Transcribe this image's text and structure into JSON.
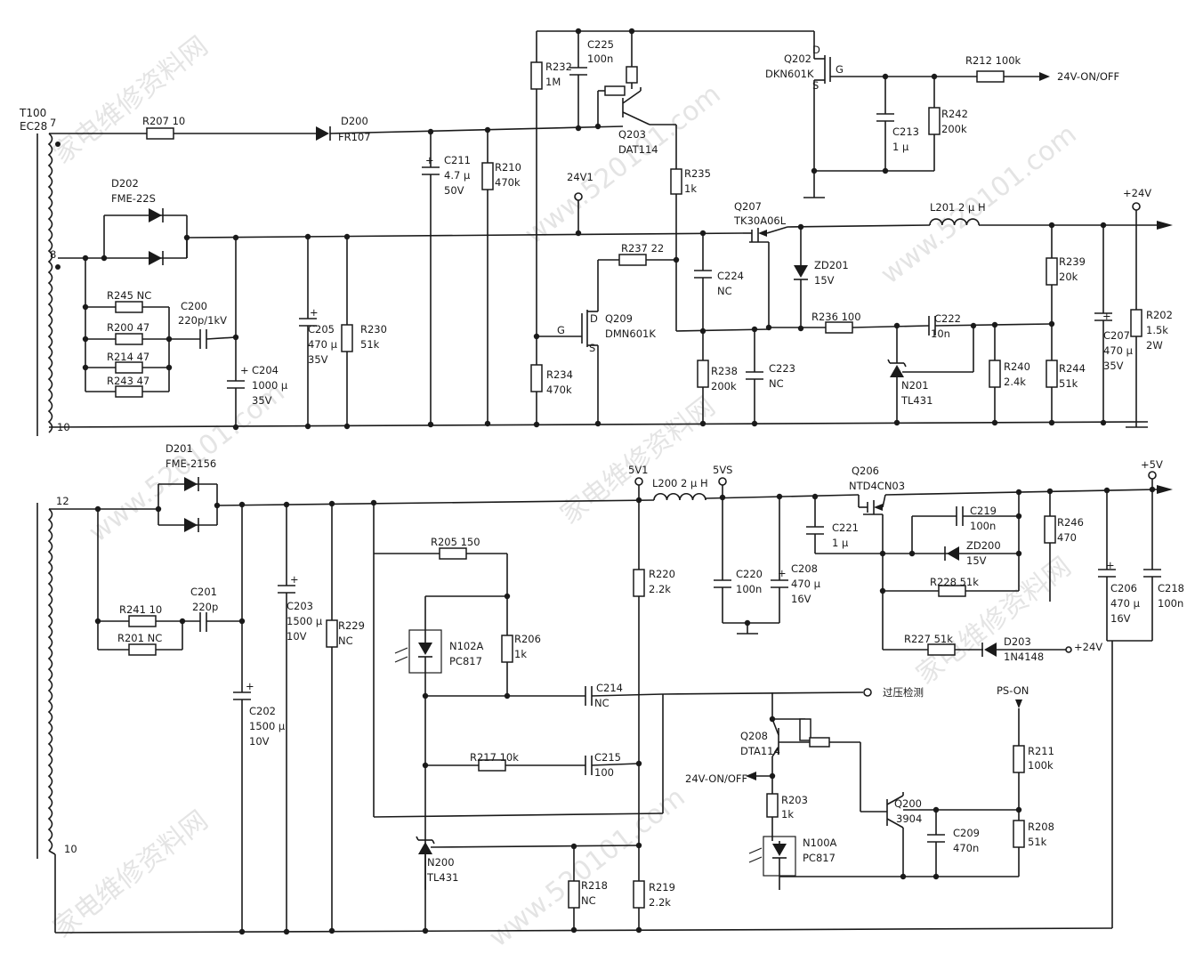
{
  "transformer_t100": {
    "name": "T100",
    "model": "EC28",
    "pin_7": "7",
    "pin_8": "8",
    "pin_10_top": "10",
    "pin_12": "12",
    "pin_10_bottom": "10"
  },
  "resistors": {
    "r207": "R207 10",
    "r245": "R245 NC",
    "r200": "R200 47",
    "r214": "R214 47",
    "r243": "R243 47",
    "r230": "R230",
    "r230_val": "51k",
    "r210": "R210",
    "r210_val": "470k",
    "r232": "R232",
    "r232_val": "1M",
    "r235": "R235",
    "r235_val": "1k",
    "r237": "R237 22",
    "r234": "R234",
    "r234_val": "470k",
    "r238": "R238",
    "r238_val": "200k",
    "r236": "R236 100",
    "r240": "R240",
    "r240_val": "2.4k",
    "r239": "R239",
    "r239_val": "20k",
    "r244": "R244",
    "r244_val": "51k",
    "r202": "R202",
    "r202_val1": "1.5k",
    "r202_val2": "2W",
    "r242": "R242",
    "r242_val": "200k",
    "r212": "R212 100k",
    "r241": "R241 10",
    "r201": "R201 NC",
    "r229": "R229",
    "r229_val": "NC",
    "r205": "R205 150",
    "r206": "R206",
    "r206_val": "1k",
    "r217": "R217 10k",
    "r220": "R220",
    "r220_val": "2.2k",
    "r218": "R218",
    "r218_val": "NC",
    "r219": "R219",
    "r219_val": "2.2k",
    "r228": "R228 51k",
    "r227": "R227 51k",
    "r246": "R246",
    "r246_val": "470",
    "r203": "R203",
    "r203_val": "1k",
    "r211": "R211",
    "r211_val": "100k",
    "r208": "R208",
    "r208_val": "51k"
  },
  "capacitors": {
    "c200": "C200",
    "c200_val": "220p/1kV",
    "c204": "C204",
    "c204_val1": "1000 μ",
    "c204_val2": "35V",
    "c205": "C205",
    "c205_val1": "470 μ",
    "c205_val2": "35V",
    "c211": "C211",
    "c211_val1": "4.7 μ",
    "c211_val2": "50V",
    "c225": "C225",
    "c225_val": "100n",
    "c224": "C224",
    "c224_val": "NC",
    "c223": "C223",
    "c223_val": "NC",
    "c222": "C222",
    "c222_val": "10n",
    "c207": "C207",
    "c207_val1": "470 μ",
    "c207_val2": "35V",
    "c213": "C213",
    "c213_val": "1 μ",
    "c201": "C201",
    "c201_val": "220p",
    "c203": "C203",
    "c203_val1": "1500 μ",
    "c203_val2": "10V",
    "c202": "C202",
    "c202_val1": "1500 μ",
    "c202_val2": "10V",
    "c214": "C214",
    "c214_val": "NC",
    "c215": "C215",
    "c215_val": "100",
    "c220": "C220",
    "c220_val": "100n",
    "c208": "C208",
    "c208_val1": "470 μ",
    "c208_val2": "16V",
    "c221": "C221",
    "c221_val": "1 μ",
    "c219": "C219",
    "c219_val": "100n",
    "c206": "C206",
    "c206_val1": "470 μ",
    "c206_val2": "16V",
    "c218": "C218",
    "c218_val": "100n",
    "c209": "C209",
    "c209_val": "470n"
  },
  "diodes": {
    "d200": "D200",
    "d200_model": "FR107",
    "d202": "D202",
    "d202_model": "FME-22S",
    "zd201": "ZD201",
    "zd201_val": "15V",
    "d201": "D201",
    "d201_model": "FME-2156",
    "zd200": "ZD200",
    "zd200_val": "15V",
    "d203": "D203",
    "d203_model": "1N4148"
  },
  "transistors": {
    "q203": "Q203",
    "q203_model": "DAT114",
    "q202": "Q202",
    "q202_model": "DKN601K",
    "q207": "Q207",
    "q207_model": "TK30A06L",
    "q209": "Q209",
    "q209_model": "DMN601K",
    "q206": "Q206",
    "q206_model": "NTD4CN03",
    "q208": "Q208",
    "q208_model": "DTA114",
    "q200": "Q200",
    "q200_model": "3904"
  },
  "ics": {
    "n201": "N201",
    "n201_model": "TL431",
    "n200": "N200",
    "n200_model": "TL431",
    "n102a": "N102A",
    "n102a_model": "PC817",
    "n100a": "N100A",
    "n100a_model": "PC817"
  },
  "inductors": {
    "l201": "L201 2 μ H",
    "l200": "L200 2 μ H"
  },
  "nets": {
    "v24_out": "+24V",
    "v5_out": "+5V",
    "v24v1": "24V1",
    "v5v1": "5V1",
    "v5vs": "5VS",
    "on_off_top": "24V-ON/OFF",
    "on_off_bottom": "24V-ON/OFF",
    "v24_in": "+24V",
    "ps_on": "PS-ON",
    "overvoltage": "过压检测"
  },
  "pin_letters": {
    "d": "D",
    "g": "G",
    "s": "S"
  },
  "watermark": {
    "text_cn": "家电维修资料网",
    "text_url": "www.520101.com"
  }
}
